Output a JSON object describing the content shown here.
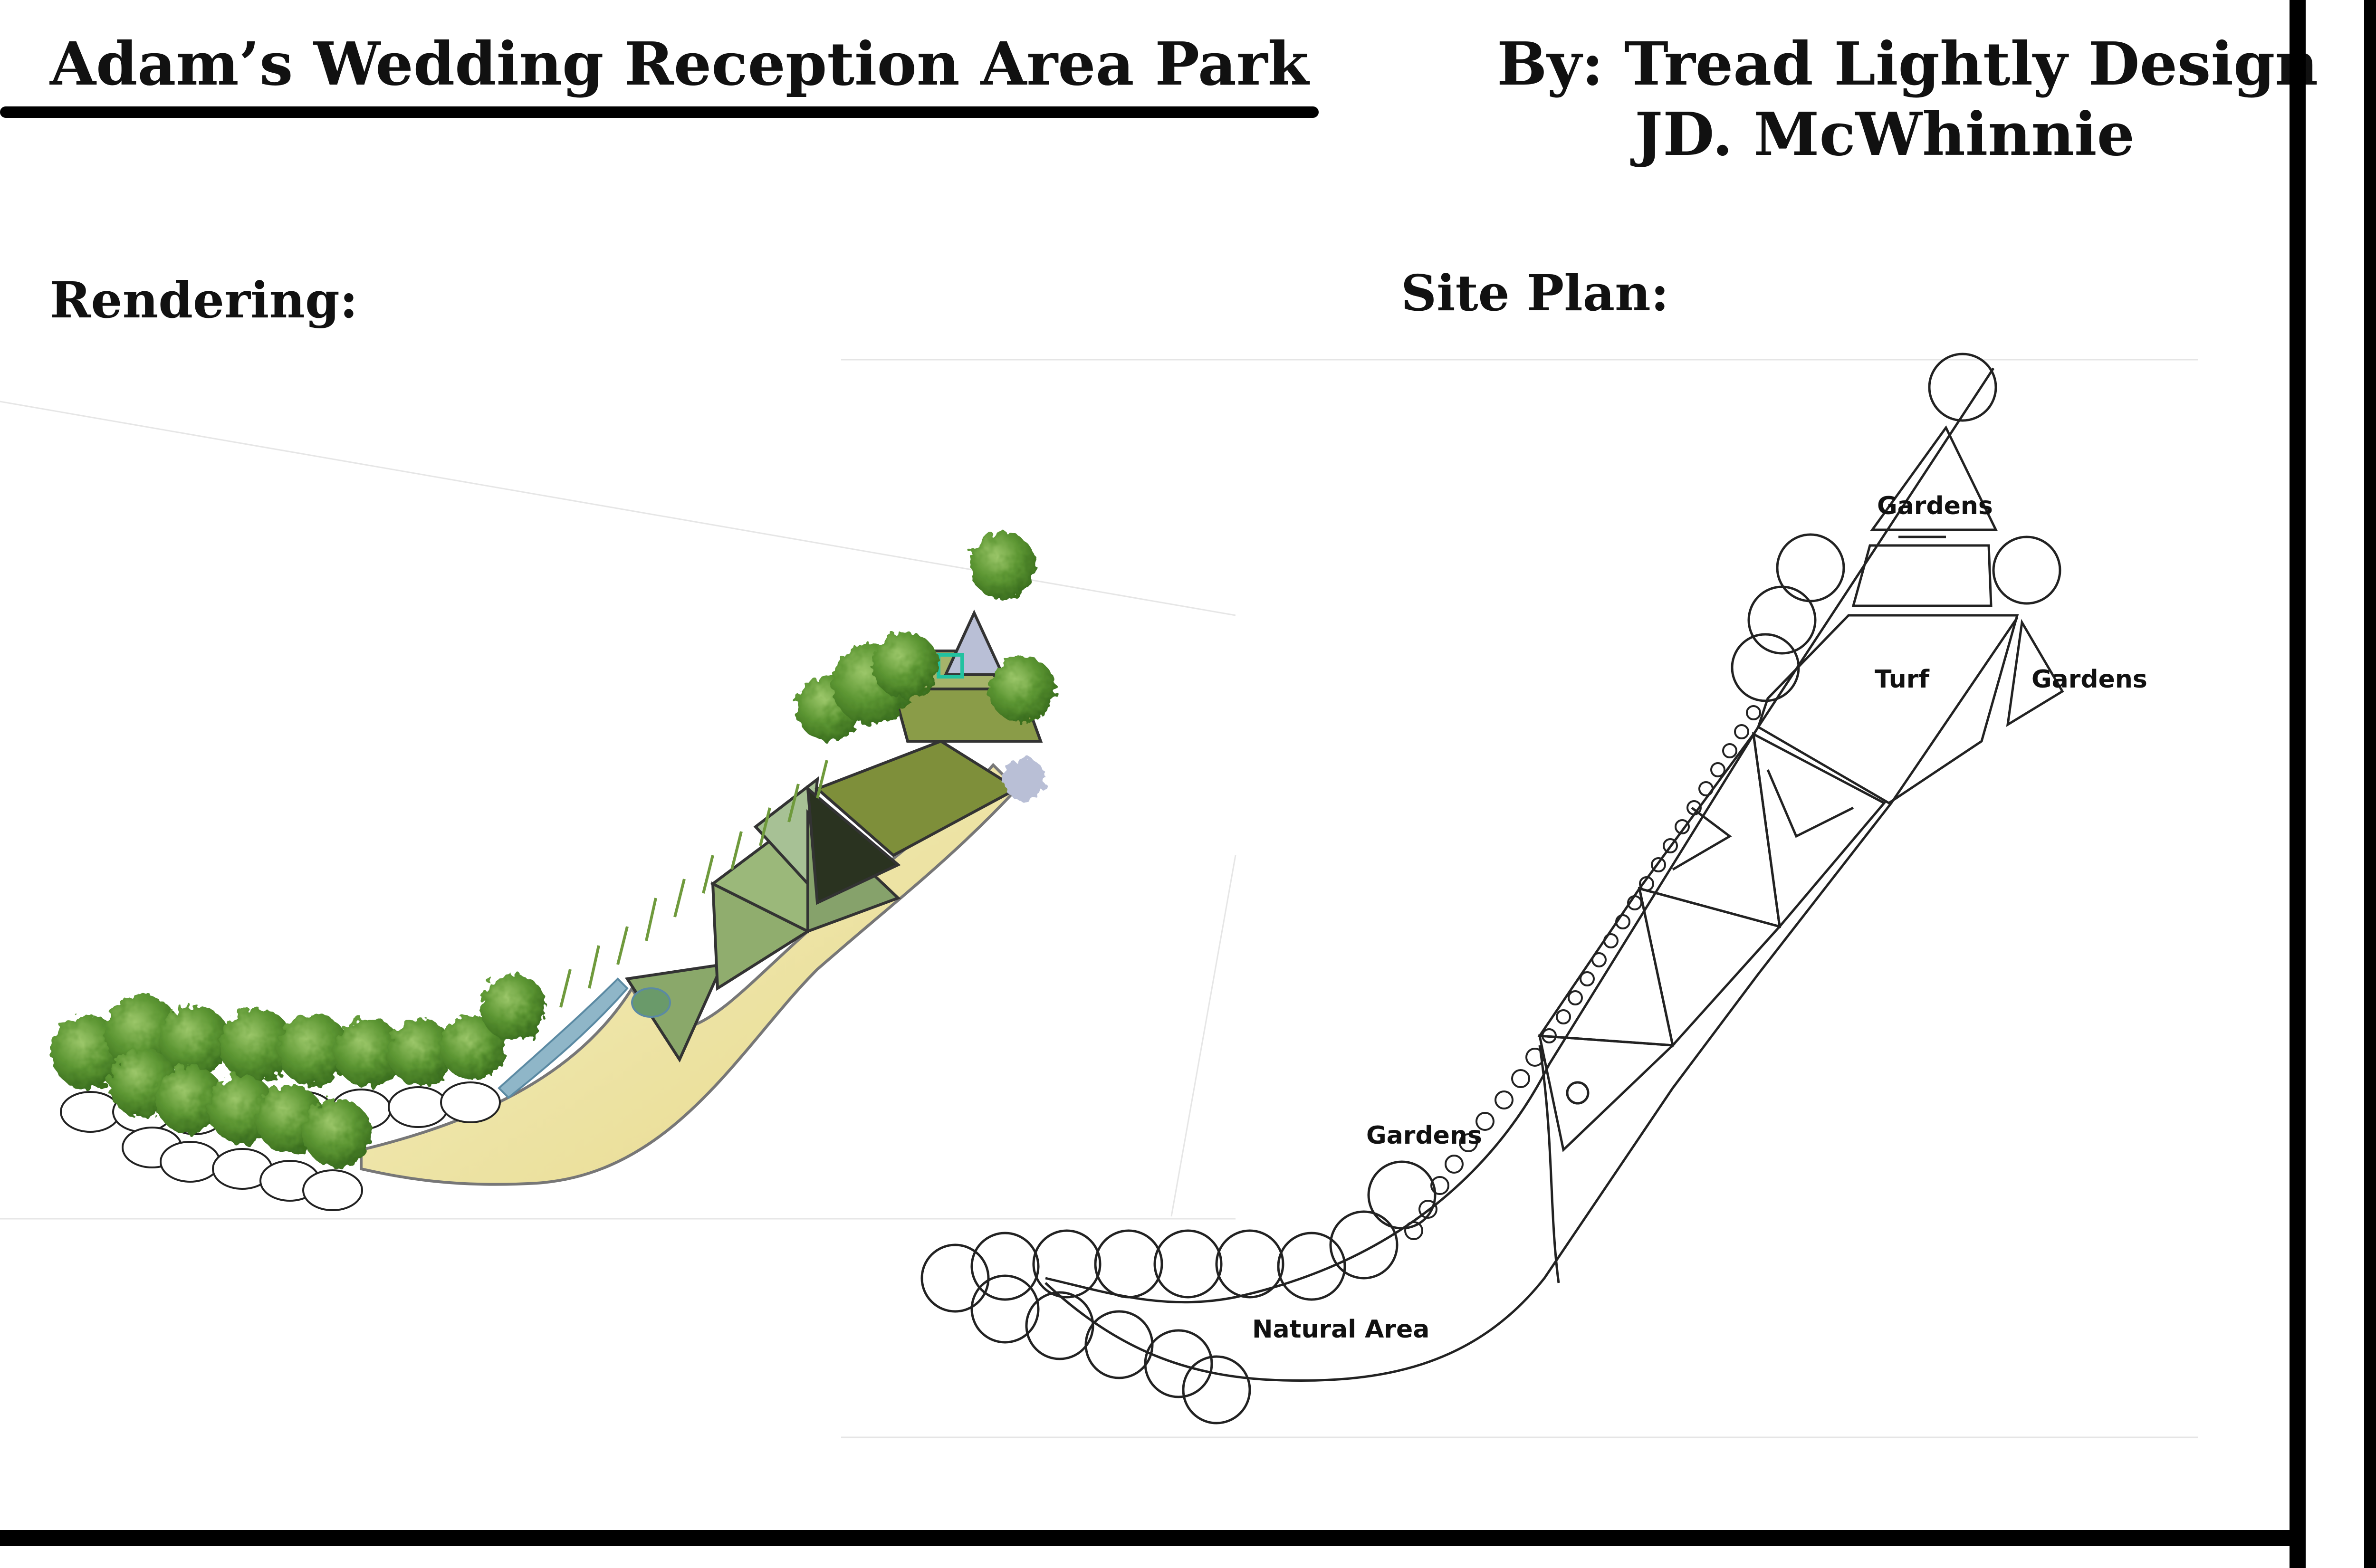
{
  "header": {
    "title": "Adam’s Wedding Reception Area Park",
    "author_line1": "By: Tread Lightly Design",
    "author_line2": "JD. McWhinnie"
  },
  "rendering": {
    "label": "Rendering:"
  },
  "site_plan": {
    "label": "Site Plan:",
    "zones": {
      "gardens_top": "Gardens",
      "turf": "Turf",
      "gardens_right": "Gardens",
      "gardens_left": "Gardens",
      "natural_area": "Natural Area"
    }
  },
  "colors": {
    "tree_green": "#4f8a2b",
    "lawn_green": "#7e8f3a",
    "path_sand": "#efe6a8",
    "water_blue": "#8fb6c8",
    "arbor_teal": "#22c2a0",
    "ink": "#111111"
  }
}
